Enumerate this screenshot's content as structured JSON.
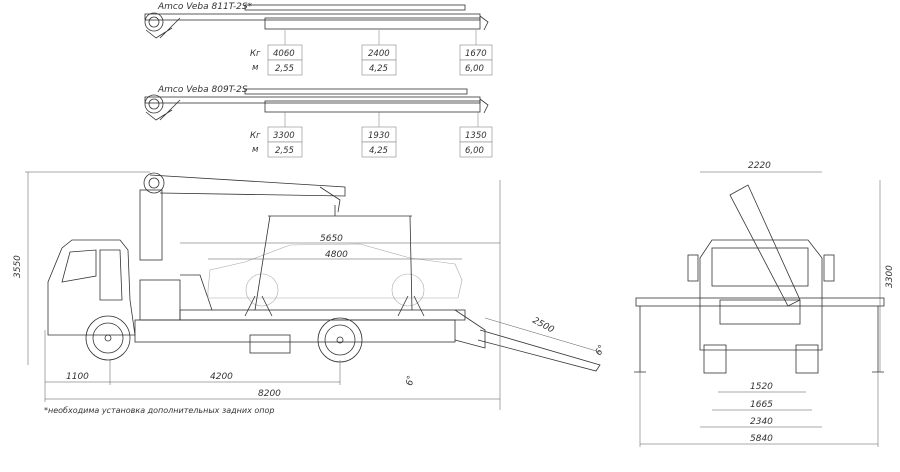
{
  "cranes": [
    {
      "model": "Amco Veba 811T-2S*",
      "unit_kg": "Кг",
      "unit_m": "м",
      "loads": [
        {
          "kg": "4060",
          "m": "2,55"
        },
        {
          "kg": "2400",
          "m": "4,25"
        },
        {
          "kg": "1670",
          "m": "6,00"
        }
      ]
    },
    {
      "model": "Amco Veba 809T-2S",
      "unit_kg": "Кг",
      "unit_m": "м",
      "loads": [
        {
          "kg": "3300",
          "m": "2,55"
        },
        {
          "kg": "1930",
          "m": "4,25"
        },
        {
          "kg": "1350",
          "m": "6,00"
        }
      ]
    }
  ],
  "side_view": {
    "height": "3550",
    "platform_length": "5650",
    "car_length": "4800",
    "ramp_length": "2500",
    "ramp_angle": "6°",
    "platform_angle": "6°",
    "front_overhang": "1100",
    "wheelbase": "4200",
    "total_length": "8200"
  },
  "rear_view": {
    "width": "2220",
    "height": "3300",
    "track": "1520",
    "dim_1665": "1665",
    "dim_2340": "2340",
    "outrigger_span": "5840"
  },
  "footnote": "*необходима установка дополнительных задних опор"
}
